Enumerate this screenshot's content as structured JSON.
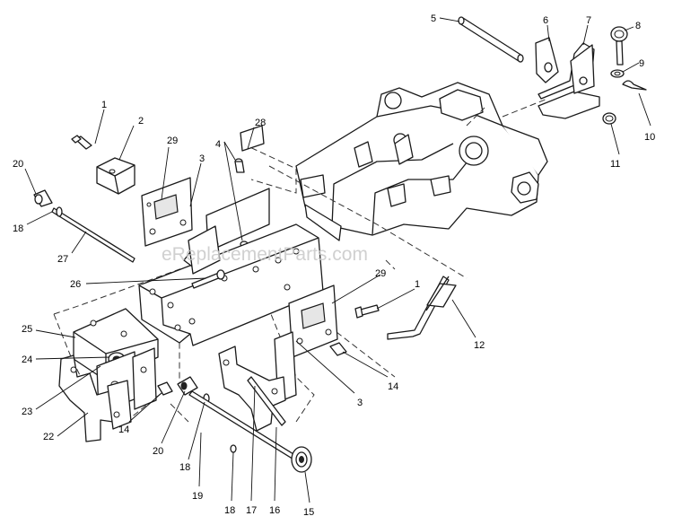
{
  "watermark": "eReplacementParts.com",
  "callouts": [
    {
      "id": "c1a",
      "text": "1"
    },
    {
      "id": "c2",
      "text": "2"
    },
    {
      "id": "c29a",
      "text": "29"
    },
    {
      "id": "c4",
      "text": "4"
    },
    {
      "id": "c28",
      "text": "28"
    },
    {
      "id": "c3a",
      "text": "3"
    },
    {
      "id": "c20a",
      "text": "20"
    },
    {
      "id": "c18a",
      "text": "18"
    },
    {
      "id": "c27",
      "text": "27"
    },
    {
      "id": "c26",
      "text": "26"
    },
    {
      "id": "c5",
      "text": "5"
    },
    {
      "id": "c6",
      "text": "6"
    },
    {
      "id": "c7",
      "text": "7"
    },
    {
      "id": "c8",
      "text": "8"
    },
    {
      "id": "c9",
      "text": "9"
    },
    {
      "id": "c10",
      "text": "10"
    },
    {
      "id": "c11",
      "text": "11"
    },
    {
      "id": "c29b",
      "text": "29"
    },
    {
      "id": "c1b",
      "text": "1"
    },
    {
      "id": "c12",
      "text": "12"
    },
    {
      "id": "c14a",
      "text": "14"
    },
    {
      "id": "c3b",
      "text": "3"
    },
    {
      "id": "c25",
      "text": "25"
    },
    {
      "id": "c24",
      "text": "24"
    },
    {
      "id": "c23",
      "text": "23"
    },
    {
      "id": "c22",
      "text": "22"
    },
    {
      "id": "c14b",
      "text": "14"
    },
    {
      "id": "c20b",
      "text": "20"
    },
    {
      "id": "c18b",
      "text": "18"
    },
    {
      "id": "c19",
      "text": "19"
    },
    {
      "id": "c18c",
      "text": "18"
    },
    {
      "id": "c17",
      "text": "17"
    },
    {
      "id": "c16",
      "text": "16"
    },
    {
      "id": "c15",
      "text": "15"
    }
  ]
}
